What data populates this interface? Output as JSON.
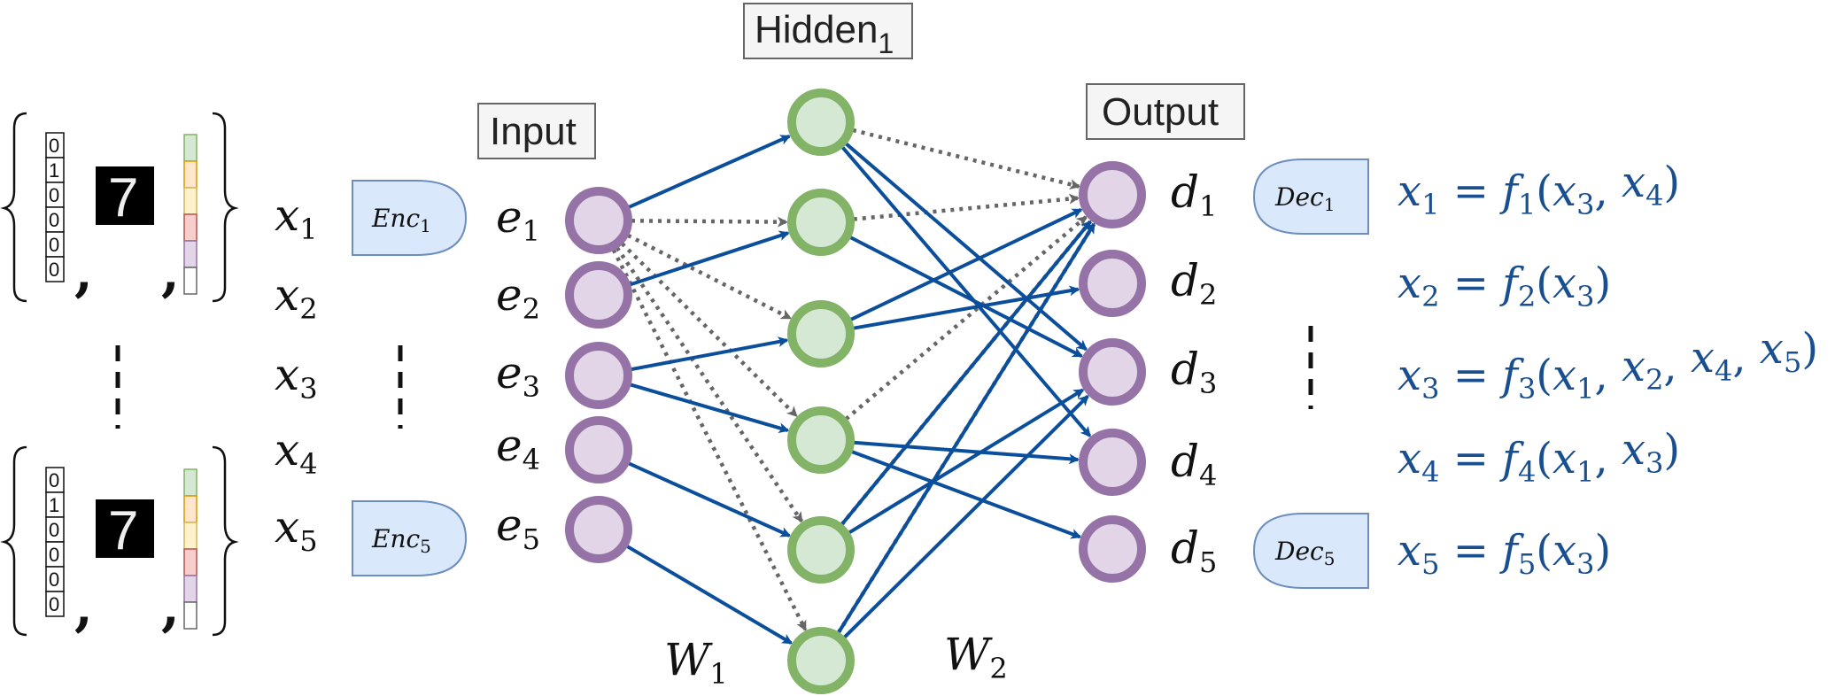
{
  "layer_labels": {
    "hidden": "Hidden",
    "hidden_sub": "1",
    "input": "Input",
    "output": "Output"
  },
  "weights": {
    "w1": "W",
    "w1_sub": "1",
    "w2": "W",
    "w2_sub": "2"
  },
  "samples": [
    {
      "bits": [
        "0",
        "1",
        "0",
        "0",
        "0",
        "0"
      ],
      "digit": "7"
    },
    {
      "bits": [
        "0",
        "1",
        "0",
        "0",
        "0",
        "0"
      ],
      "digit": "7"
    }
  ],
  "variables": [
    {
      "base": "x",
      "sub": "1"
    },
    {
      "base": "x",
      "sub": "2"
    },
    {
      "base": "x",
      "sub": "3"
    },
    {
      "base": "x",
      "sub": "4"
    },
    {
      "base": "x",
      "sub": "5"
    }
  ],
  "encoders": [
    {
      "base": "Enc",
      "sub": "1"
    },
    {
      "base": "Enc",
      "sub": "5"
    }
  ],
  "embeddings": [
    {
      "base": "e",
      "sub": "1"
    },
    {
      "base": "e",
      "sub": "2"
    },
    {
      "base": "e",
      "sub": "3"
    },
    {
      "base": "e",
      "sub": "4"
    },
    {
      "base": "e",
      "sub": "5"
    }
  ],
  "outputs": [
    {
      "base": "d",
      "sub": "1"
    },
    {
      "base": "d",
      "sub": "2"
    },
    {
      "base": "d",
      "sub": "3"
    },
    {
      "base": "d",
      "sub": "4"
    },
    {
      "base": "d",
      "sub": "5"
    }
  ],
  "decoders": [
    {
      "base": "Dec",
      "sub": "1"
    },
    {
      "base": "Dec",
      "sub": "5"
    }
  ],
  "equations": [
    {
      "lhs": "x",
      "lhs_sub": "1",
      "eq": "=",
      "f": "f",
      "f_sub": "1",
      "args": [
        [
          "x",
          "3"
        ],
        [
          "x",
          "4"
        ]
      ]
    },
    {
      "lhs": "x",
      "lhs_sub": "2",
      "eq": "=",
      "f": "f",
      "f_sub": "2",
      "args": [
        [
          "x",
          "3"
        ]
      ]
    },
    {
      "lhs": "x",
      "lhs_sub": "3",
      "eq": "=",
      "f": "f",
      "f_sub": "3",
      "args": [
        [
          "x",
          "1"
        ],
        [
          "x",
          "2"
        ],
        [
          "x",
          "4"
        ],
        [
          "x",
          "5"
        ]
      ]
    },
    {
      "lhs": "x",
      "lhs_sub": "4",
      "eq": "=",
      "f": "f",
      "f_sub": "4",
      "args": [
        [
          "x",
          "1"
        ],
        [
          "x",
          "3"
        ]
      ]
    },
    {
      "lhs": "x",
      "lhs_sub": "5",
      "eq": "=",
      "f": "f",
      "f_sub": "5",
      "args": [
        [
          "x",
          "3"
        ]
      ]
    }
  ],
  "colors": {
    "input_node_stroke": "#9673a6",
    "input_node_fill": "#e1d5e7",
    "hidden_node_stroke": "#82b366",
    "hidden_node_fill": "#d5e8d4",
    "solid_edge": "#0b4f9c",
    "dashed_edge": "#666666",
    "enc_dec_fill": "#dae8fc",
    "enc_dec_stroke": "#6c8ebf",
    "equation_text": "#1a4f8f",
    "label_box_fill": "#f5f5f5",
    "label_box_stroke": "#666666",
    "onehot_colors": [
      "#d5e8d4",
      "#ffe6cc",
      "#fff2cc",
      "#f8cecc",
      "#e1d5e7",
      "#ffffff"
    ],
    "onehot_strokes": [
      "#82b366",
      "#d79b00",
      "#d6b656",
      "#b85450",
      "#9673a6",
      "#666666"
    ]
  },
  "edges_solid": [
    [
      "e1",
      "h1"
    ],
    [
      "e2",
      "h2"
    ],
    [
      "e3",
      "h3"
    ],
    [
      "e3",
      "h4"
    ],
    [
      "e4",
      "h5"
    ],
    [
      "e5",
      "h6"
    ],
    [
      "h1",
      "d3"
    ],
    [
      "h1",
      "d4"
    ],
    [
      "h2",
      "d3"
    ],
    [
      "h3",
      "d1"
    ],
    [
      "h3",
      "d2"
    ],
    [
      "h4",
      "d4"
    ],
    [
      "h4",
      "d5"
    ],
    [
      "h5",
      "d1"
    ],
    [
      "h5",
      "d3"
    ],
    [
      "h6",
      "d3"
    ],
    [
      "h6",
      "d1"
    ]
  ],
  "edges_dashed": [
    [
      "e1",
      "h2"
    ],
    [
      "e1",
      "h3"
    ],
    [
      "e1",
      "h4"
    ],
    [
      "e1",
      "h5"
    ],
    [
      "e1",
      "h6"
    ],
    [
      "h1",
      "d1"
    ],
    [
      "h2",
      "d1"
    ],
    [
      "h4",
      "d1"
    ],
    [
      "h5",
      "d1"
    ],
    [
      "h6",
      "d1"
    ]
  ]
}
